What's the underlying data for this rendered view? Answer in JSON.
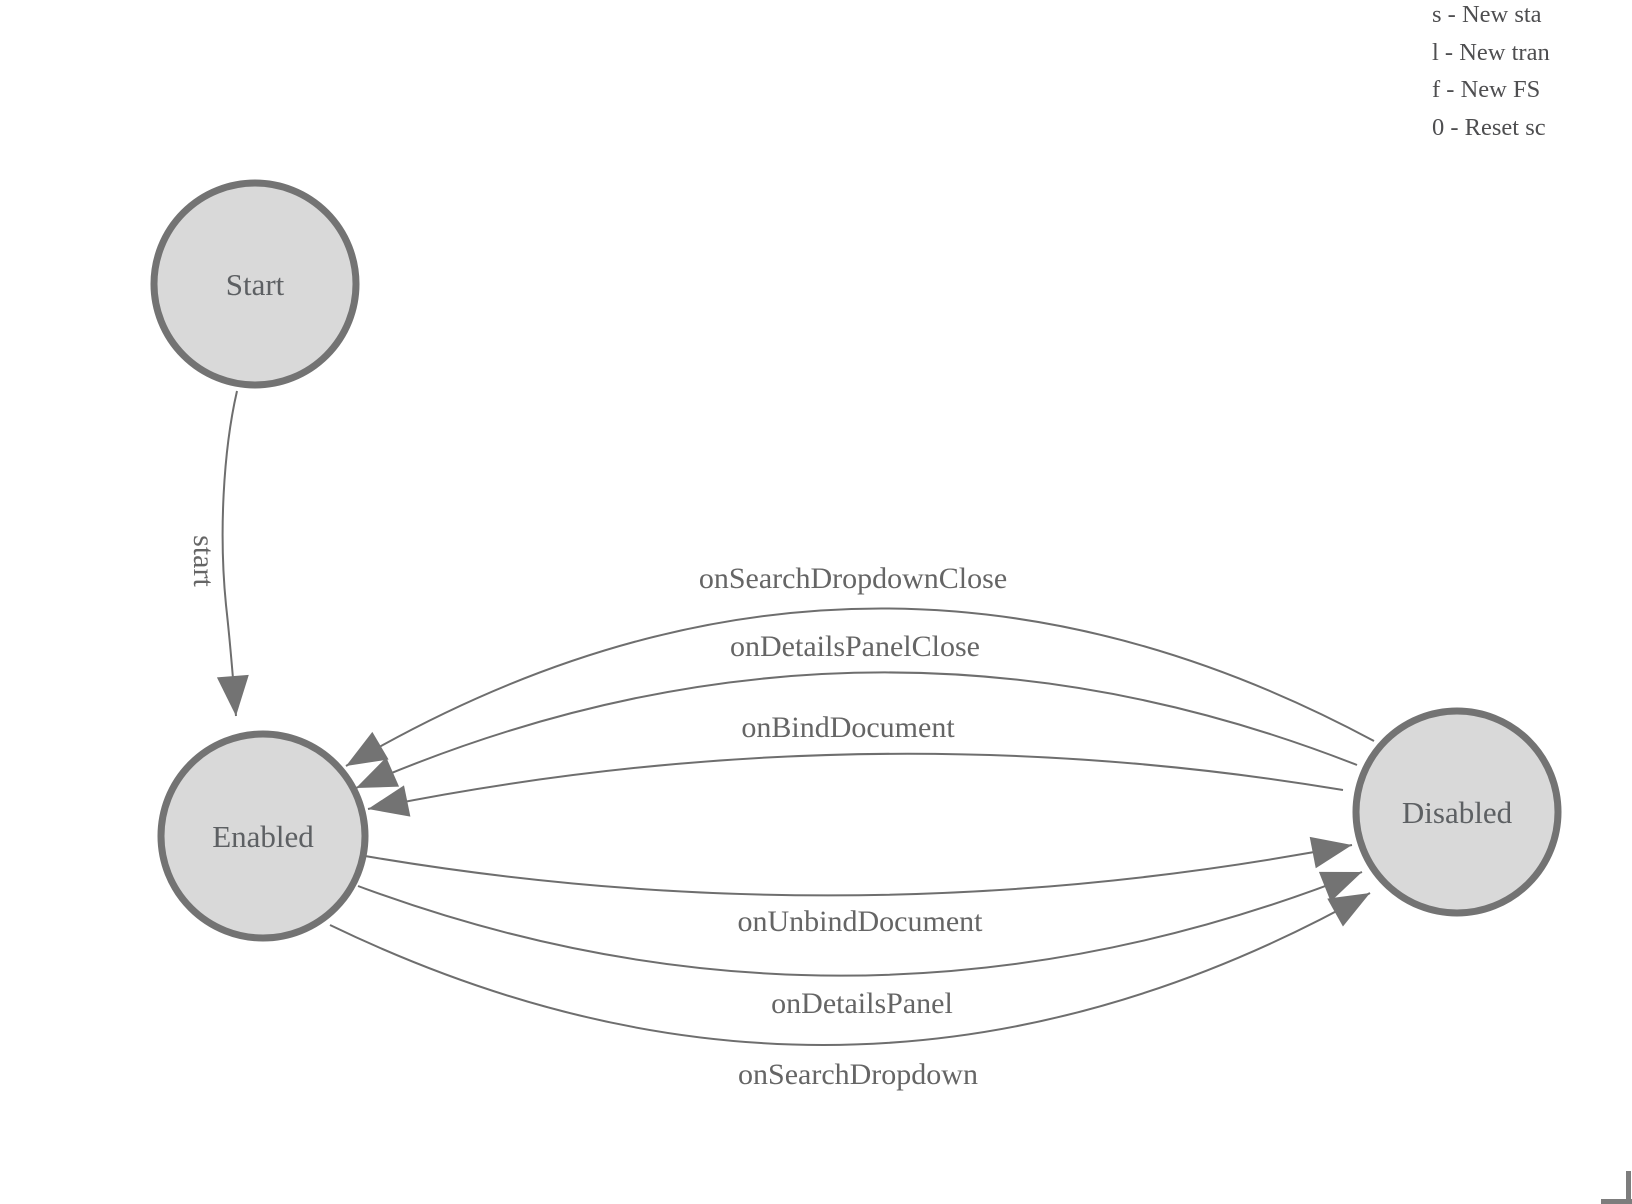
{
  "diagram": {
    "type": "fsm-state-diagram",
    "states": [
      {
        "id": "start",
        "label": "Start"
      },
      {
        "id": "enabled",
        "label": "Enabled"
      },
      {
        "id": "disabled",
        "label": "Disabled"
      }
    ],
    "transitions": [
      {
        "label": "start",
        "from": "start",
        "to": "enabled"
      },
      {
        "label": "onSearchDropdownClose",
        "from": "disabled",
        "to": "enabled"
      },
      {
        "label": "onDetailsPanelClose",
        "from": "disabled",
        "to": "enabled"
      },
      {
        "label": "onBindDocument",
        "from": "disabled",
        "to": "enabled"
      },
      {
        "label": "onUnbindDocument",
        "from": "enabled",
        "to": "disabled"
      },
      {
        "label": "onDetailsPanel",
        "from": "enabled",
        "to": "disabled"
      },
      {
        "label": "onSearchDropdown",
        "from": "enabled",
        "to": "disabled"
      }
    ]
  },
  "legend": {
    "items": [
      "s - New sta",
      "l - New tran",
      "f - New FS",
      "0 - Reset sc"
    ]
  },
  "colors": {
    "node_fill": "#d9d9d9",
    "node_stroke": "#737373",
    "edge_line": "#6e6e6e",
    "arrowhead": "#737373",
    "edge_label_text": "#656565",
    "node_label_text": "#5d6063",
    "legend_text": "#4e4e50",
    "corner_handle": "#7d7d7d",
    "background": "#ffffff"
  }
}
